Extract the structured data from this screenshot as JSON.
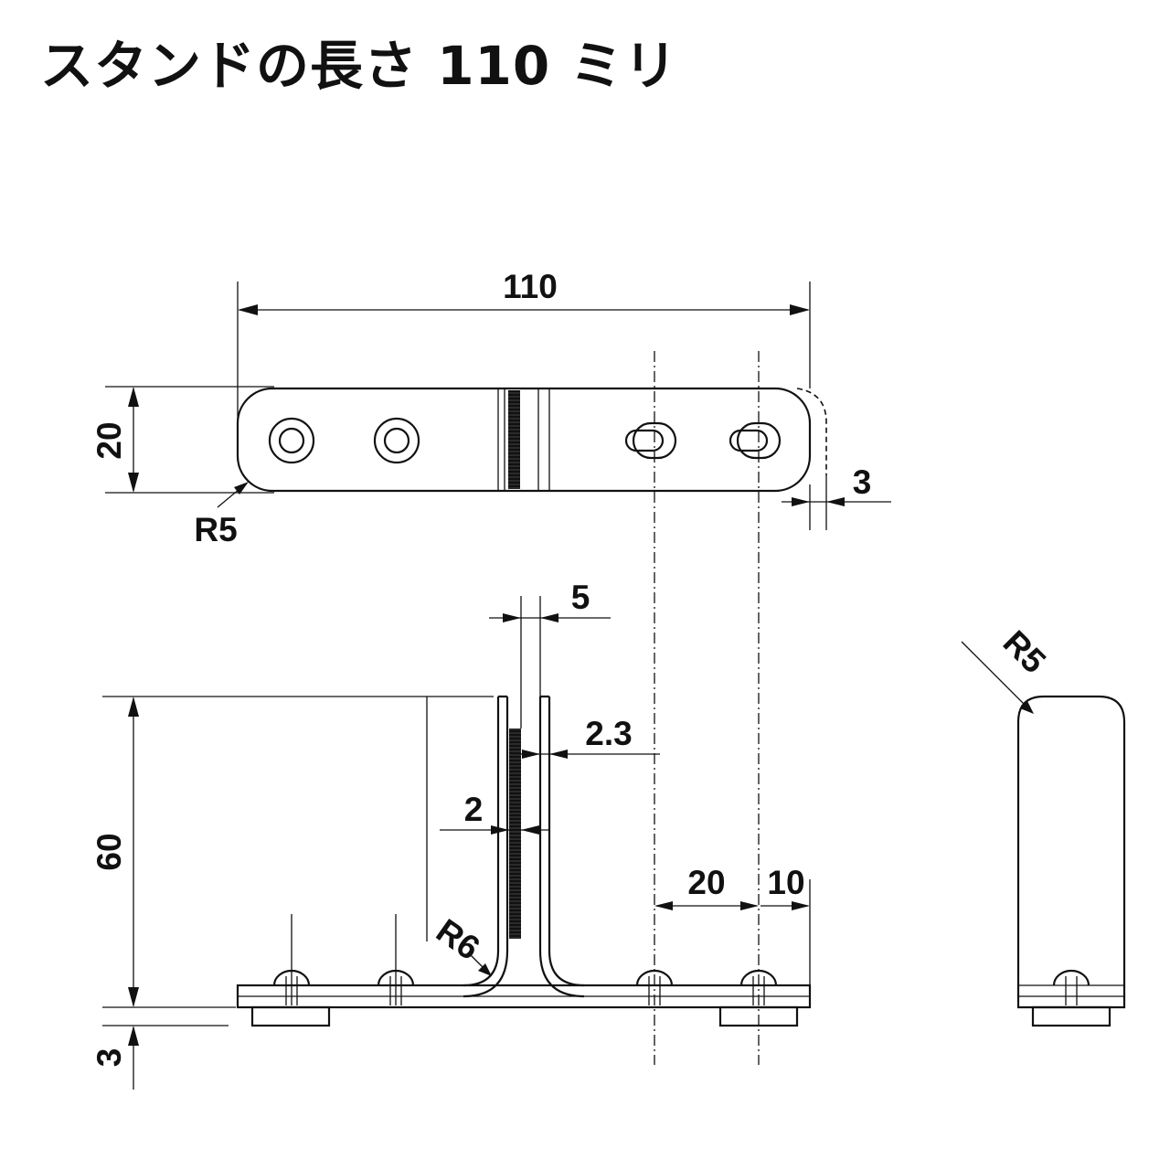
{
  "title": "スタンドの長さ 110 ミリ",
  "dimensions": {
    "length": "110",
    "height_top": "20",
    "corner_radius_top": "R5",
    "offset": "3",
    "thickness_5": "5",
    "thickness_2_3": "2.3",
    "thickness_2": "2",
    "stand_height": "60",
    "bend_radius": "R6",
    "hole_pitch": "20",
    "hole_edge": "10",
    "base_thickness": "3",
    "side_radius": "R5"
  }
}
